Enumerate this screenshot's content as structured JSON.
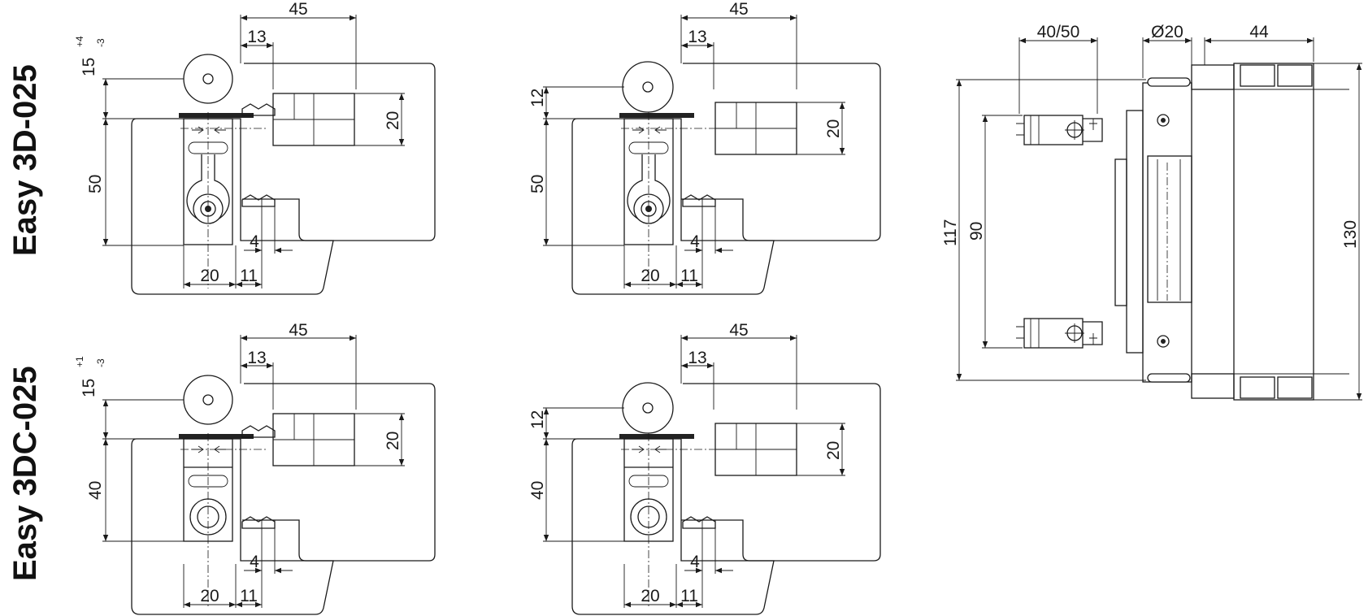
{
  "titles": {
    "top": "Easy 3D-025",
    "bottom": "Easy 3DC-025"
  },
  "views": {
    "top_left": {
      "width_total": "45",
      "offset": "13",
      "pin_height": "15",
      "tol_plus": "+4",
      "tol_minus": "-3",
      "body_height": "50",
      "leaf_height": "20",
      "gap": "4",
      "base_width": "20",
      "base_offset": "11"
    },
    "top_mid": {
      "width_total": "45",
      "offset": "13",
      "pin_height": "12",
      "body_height": "50",
      "leaf_height": "20",
      "gap": "4",
      "base_width": "20",
      "base_offset": "11"
    },
    "bottom_left": {
      "width_total": "45",
      "offset": "13",
      "pin_height": "15",
      "tol_plus": "+1",
      "tol_minus": "-3",
      "body_height": "40",
      "leaf_height": "20",
      "gap": "4",
      "base_width": "20",
      "base_offset": "11"
    },
    "bottom_mid": {
      "width_total": "45",
      "offset": "13",
      "pin_height": "12",
      "body_height": "40",
      "leaf_height": "20",
      "gap": "4",
      "base_width": "20",
      "base_offset": "11"
    },
    "front": {
      "frame_width": "40/50",
      "pin_diameter": "Ø20",
      "leaf_width": "44",
      "height_outer": "117",
      "height_inner": "90",
      "height_total": "130"
    }
  }
}
